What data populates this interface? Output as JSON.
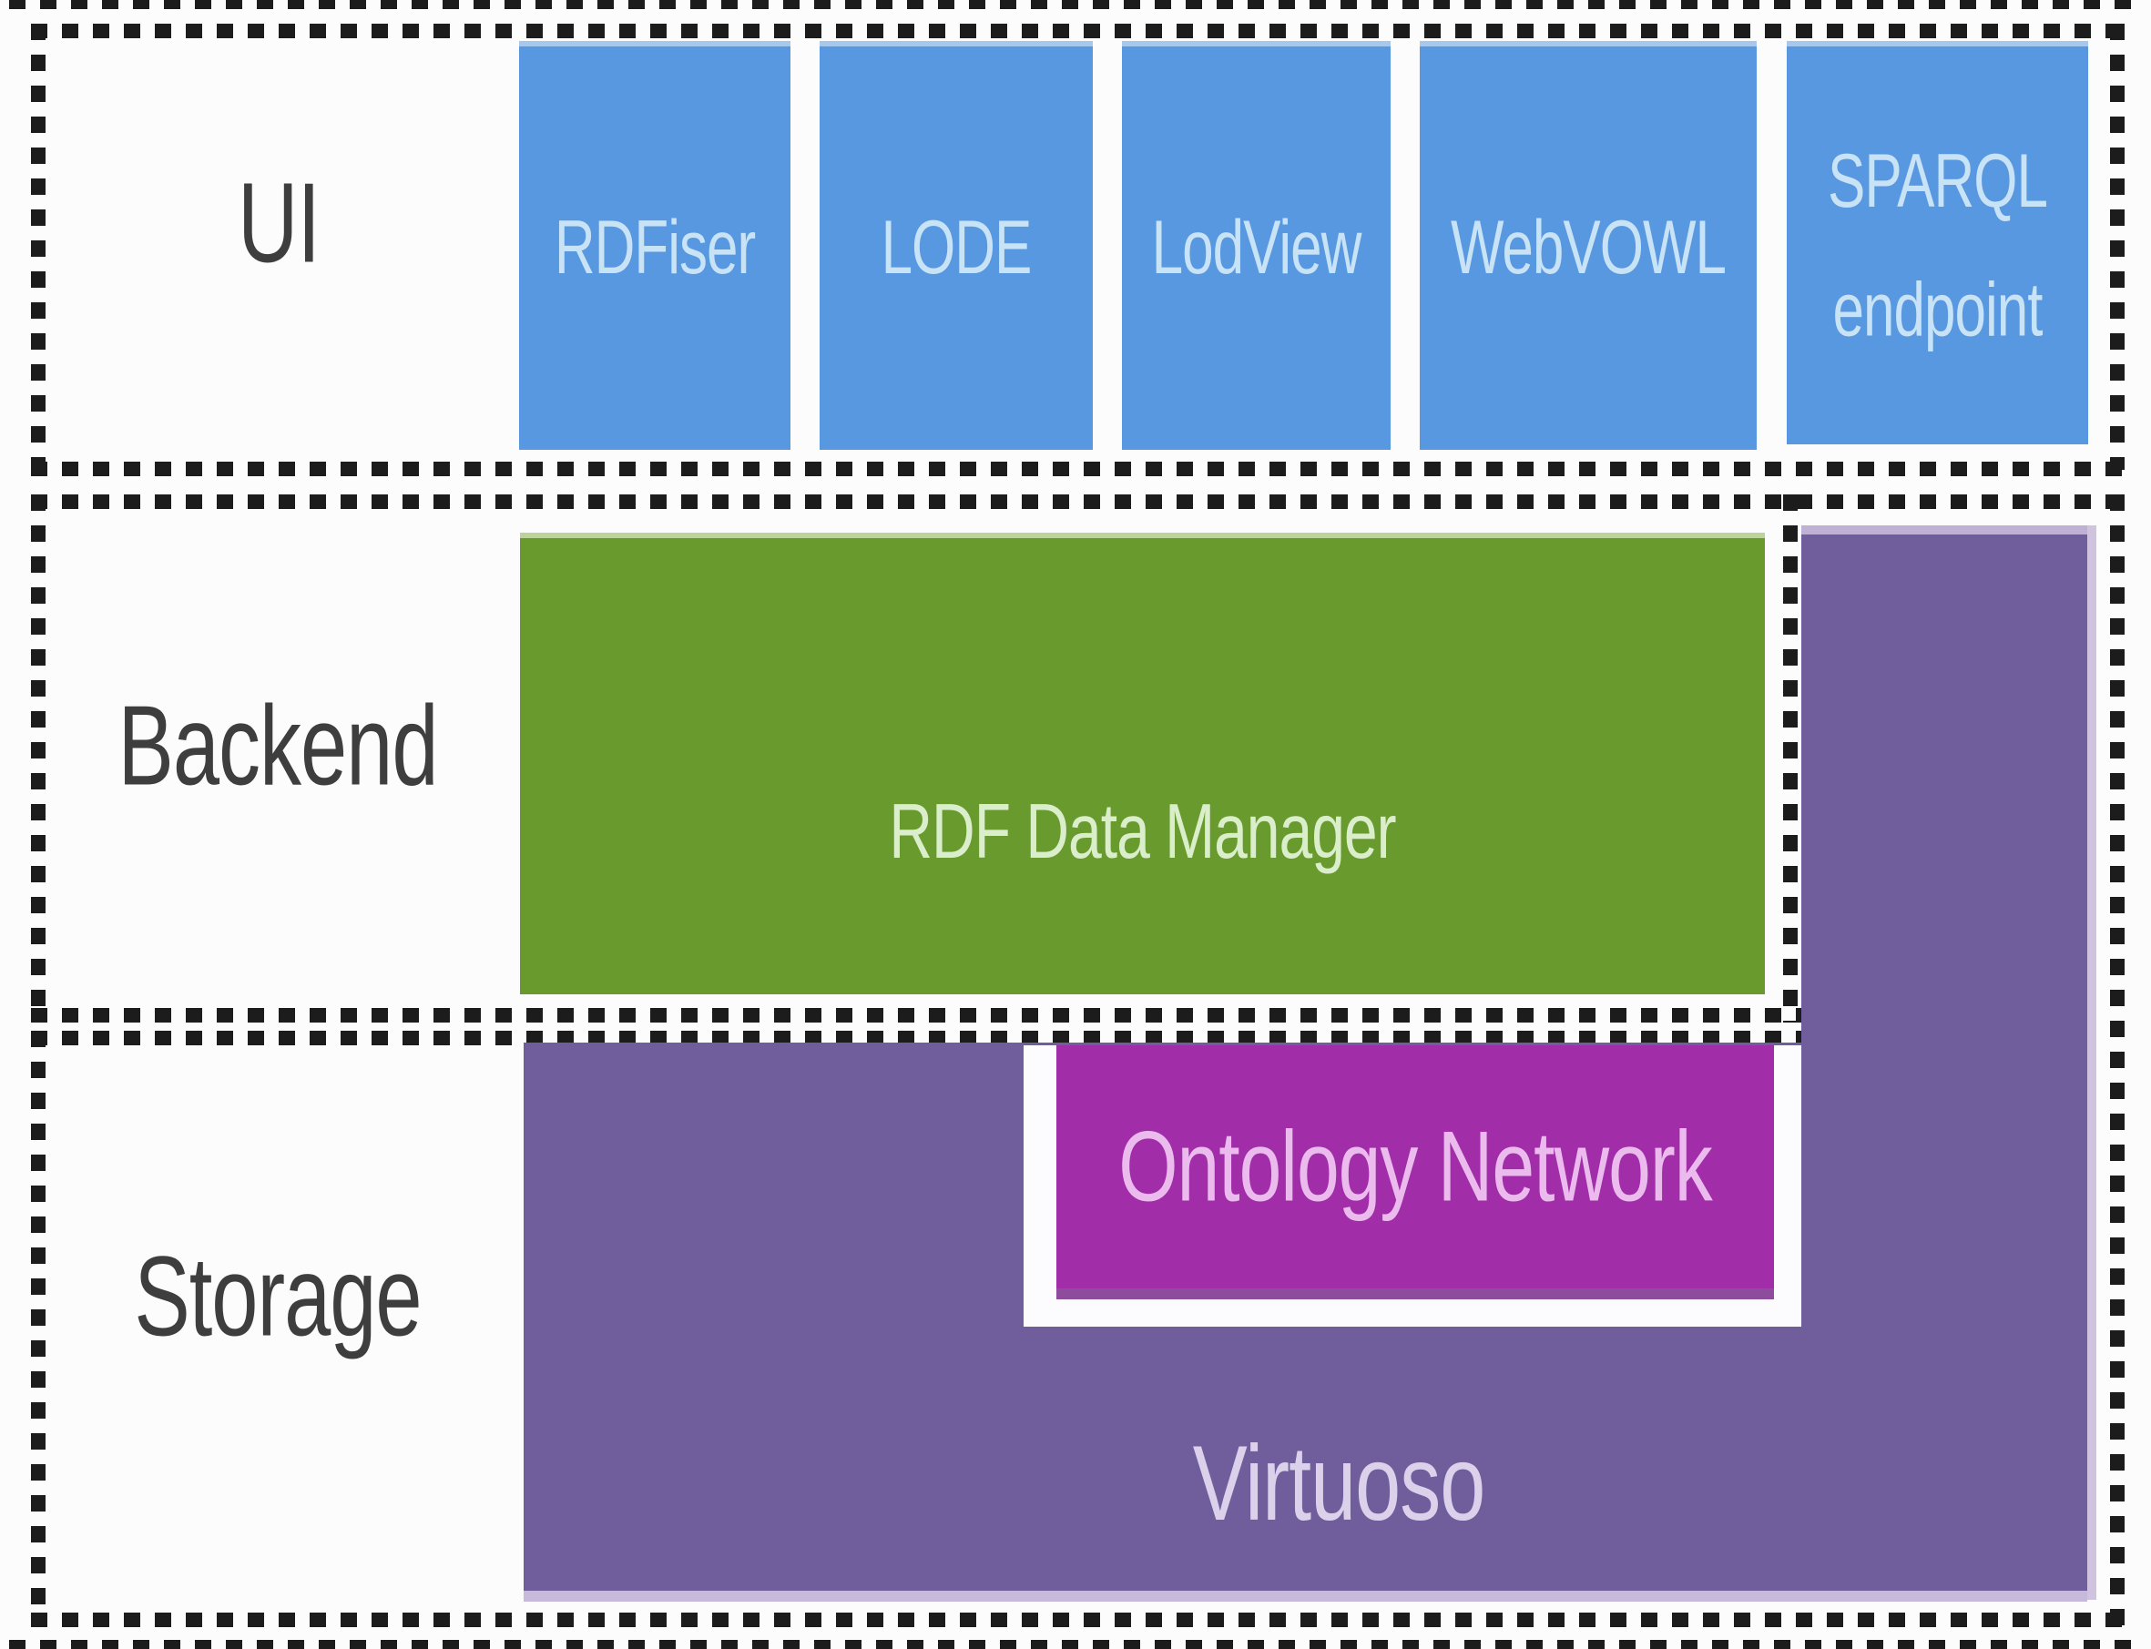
{
  "colors": {
    "ui_box_blue": "#5898e0",
    "backend_green": "#699a2d",
    "virtuoso_purple": "#6f5e9b",
    "ontology_magenta": "#a12da8",
    "dashed_border": "#1c1c1c",
    "layer_label_gray": "#3e3e3e"
  },
  "layers": {
    "ui": {
      "label": "UI",
      "boxes": [
        {
          "label": "RDFiser"
        },
        {
          "label": "LODE"
        },
        {
          "label": "LodView"
        },
        {
          "label": "WebVOWL"
        },
        {
          "label": "SPARQL endpoint"
        }
      ]
    },
    "backend": {
      "label": "Backend",
      "box": {
        "label": "RDF Data Manager"
      }
    },
    "storage": {
      "label": "Storage",
      "virtuoso": {
        "label": "Virtuoso"
      },
      "ontology": {
        "label": "Ontology Network"
      }
    }
  }
}
